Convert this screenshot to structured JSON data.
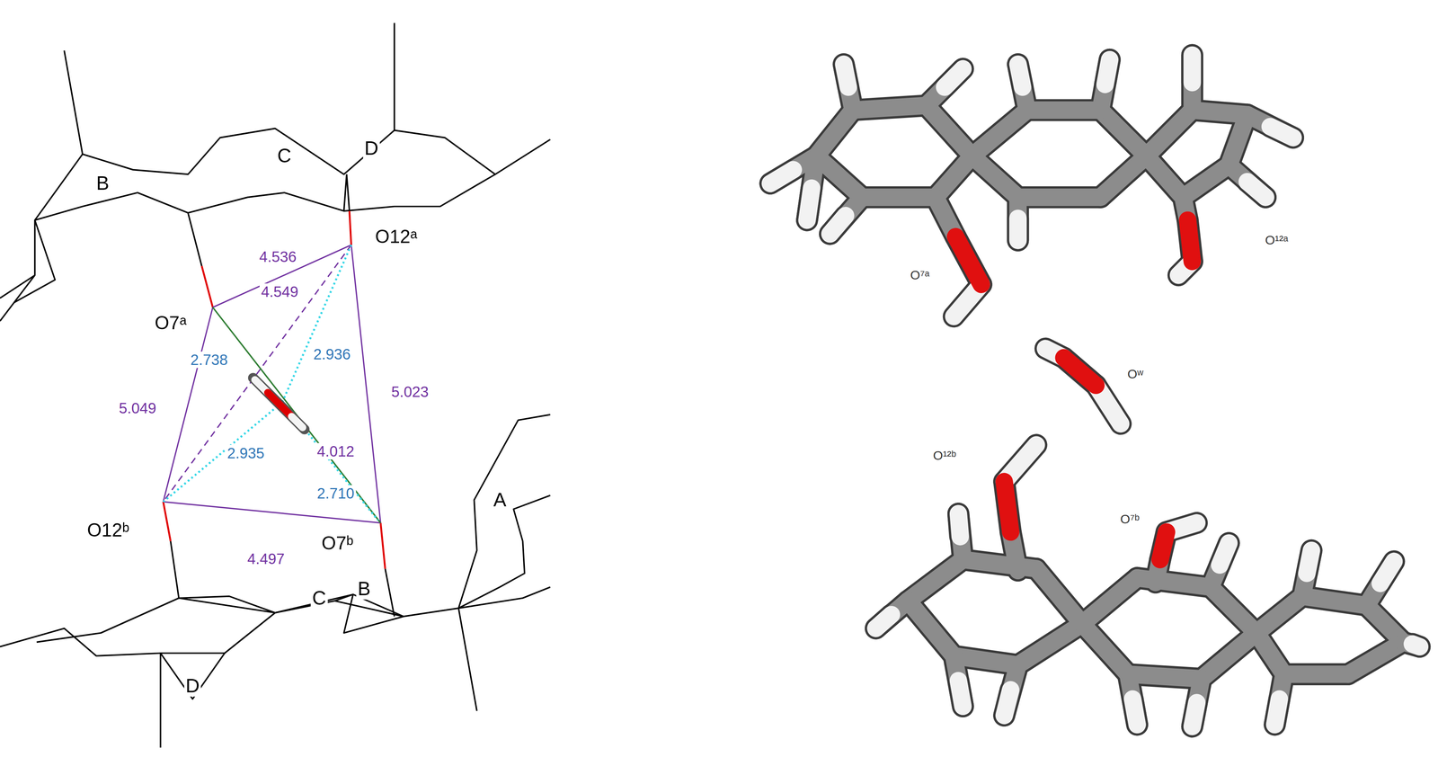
{
  "diagram": {
    "labels": [
      "B",
      "C",
      "D",
      "O12ᵃ",
      "O7ᵃ",
      "4.536",
      "4.549",
      "2.738",
      "2.936",
      "5.049",
      "5.023",
      "2.935",
      "4.012",
      "2.710",
      "O12ᵇ",
      "4.497",
      "O7ᵇ",
      "A",
      "C",
      "B",
      "D",
      "O⁷ᵃ",
      "O¹²ᵃ",
      "Oʷ",
      "O¹²ᵇ",
      "O⁷ᵇ"
    ]
  }
}
